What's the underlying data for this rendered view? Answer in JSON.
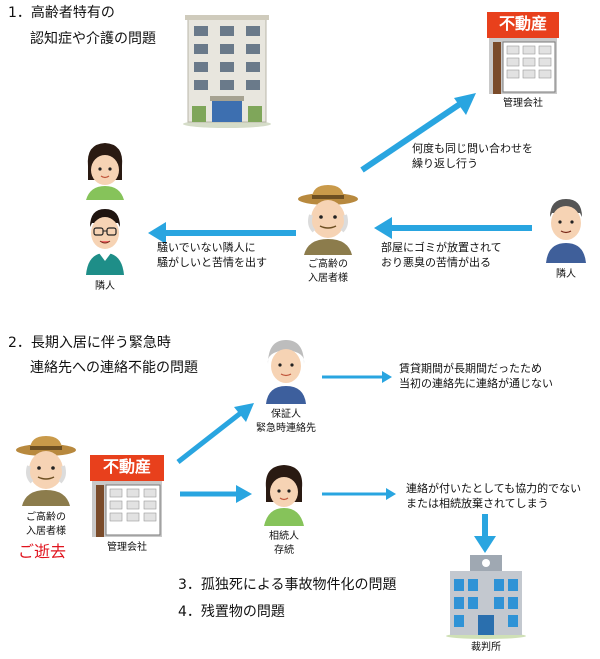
{
  "section1": {
    "heading1": "1．高齢者特有の",
    "heading2": "認知症や介護の問題",
    "company_sign": "不動産",
    "company_label": "管理会社",
    "note_inquiry_line1": "何度も同じ問い合わせを",
    "note_inquiry_line2": "繰り返し行う",
    "note_noise_line1": "騒いでいない隣人に",
    "note_noise_line2": "騒がしいと苦情を出す",
    "note_garbage_line1": "部屋にゴミが放置されて",
    "note_garbage_line2": "おり悪臭の苦情が出る",
    "neighbor_left_label": "隣人",
    "neighbor_right_label": "隣人",
    "resident_label_line1": "ご高齢の",
    "resident_label_line2": "入居者様"
  },
  "section2": {
    "heading1": "2．長期入居に伴う緊急時",
    "heading2": "連絡先への連絡不能の問題",
    "resident_label_line1": "ご高齢の",
    "resident_label_line2": "入居者様",
    "deceased": "ご逝去",
    "company_sign": "不動産",
    "company_label": "管理会社",
    "guarantor_label_line1": "保証人",
    "guarantor_label_line2": "緊急時連絡先",
    "heir_label_line1": "相続人",
    "heir_label_line2": "存続",
    "note_guarantor_line1": "賃貸期間が長期間だったため",
    "note_guarantor_line2": "当初の連絡先に連絡が通じない",
    "note_heir_line1": "連絡が付いたとしても協力的でない",
    "note_heir_line2": "または相続放棄されてしまう",
    "court_label": "裁判所"
  },
  "section3": {
    "heading": "3．孤独死による事故物件化の問題"
  },
  "section4": {
    "heading": "4．残置物の問題"
  },
  "colors": {
    "arrow": "#29a5e0",
    "sign_red": "#e8401c",
    "deceased_red": "#e0141e"
  }
}
